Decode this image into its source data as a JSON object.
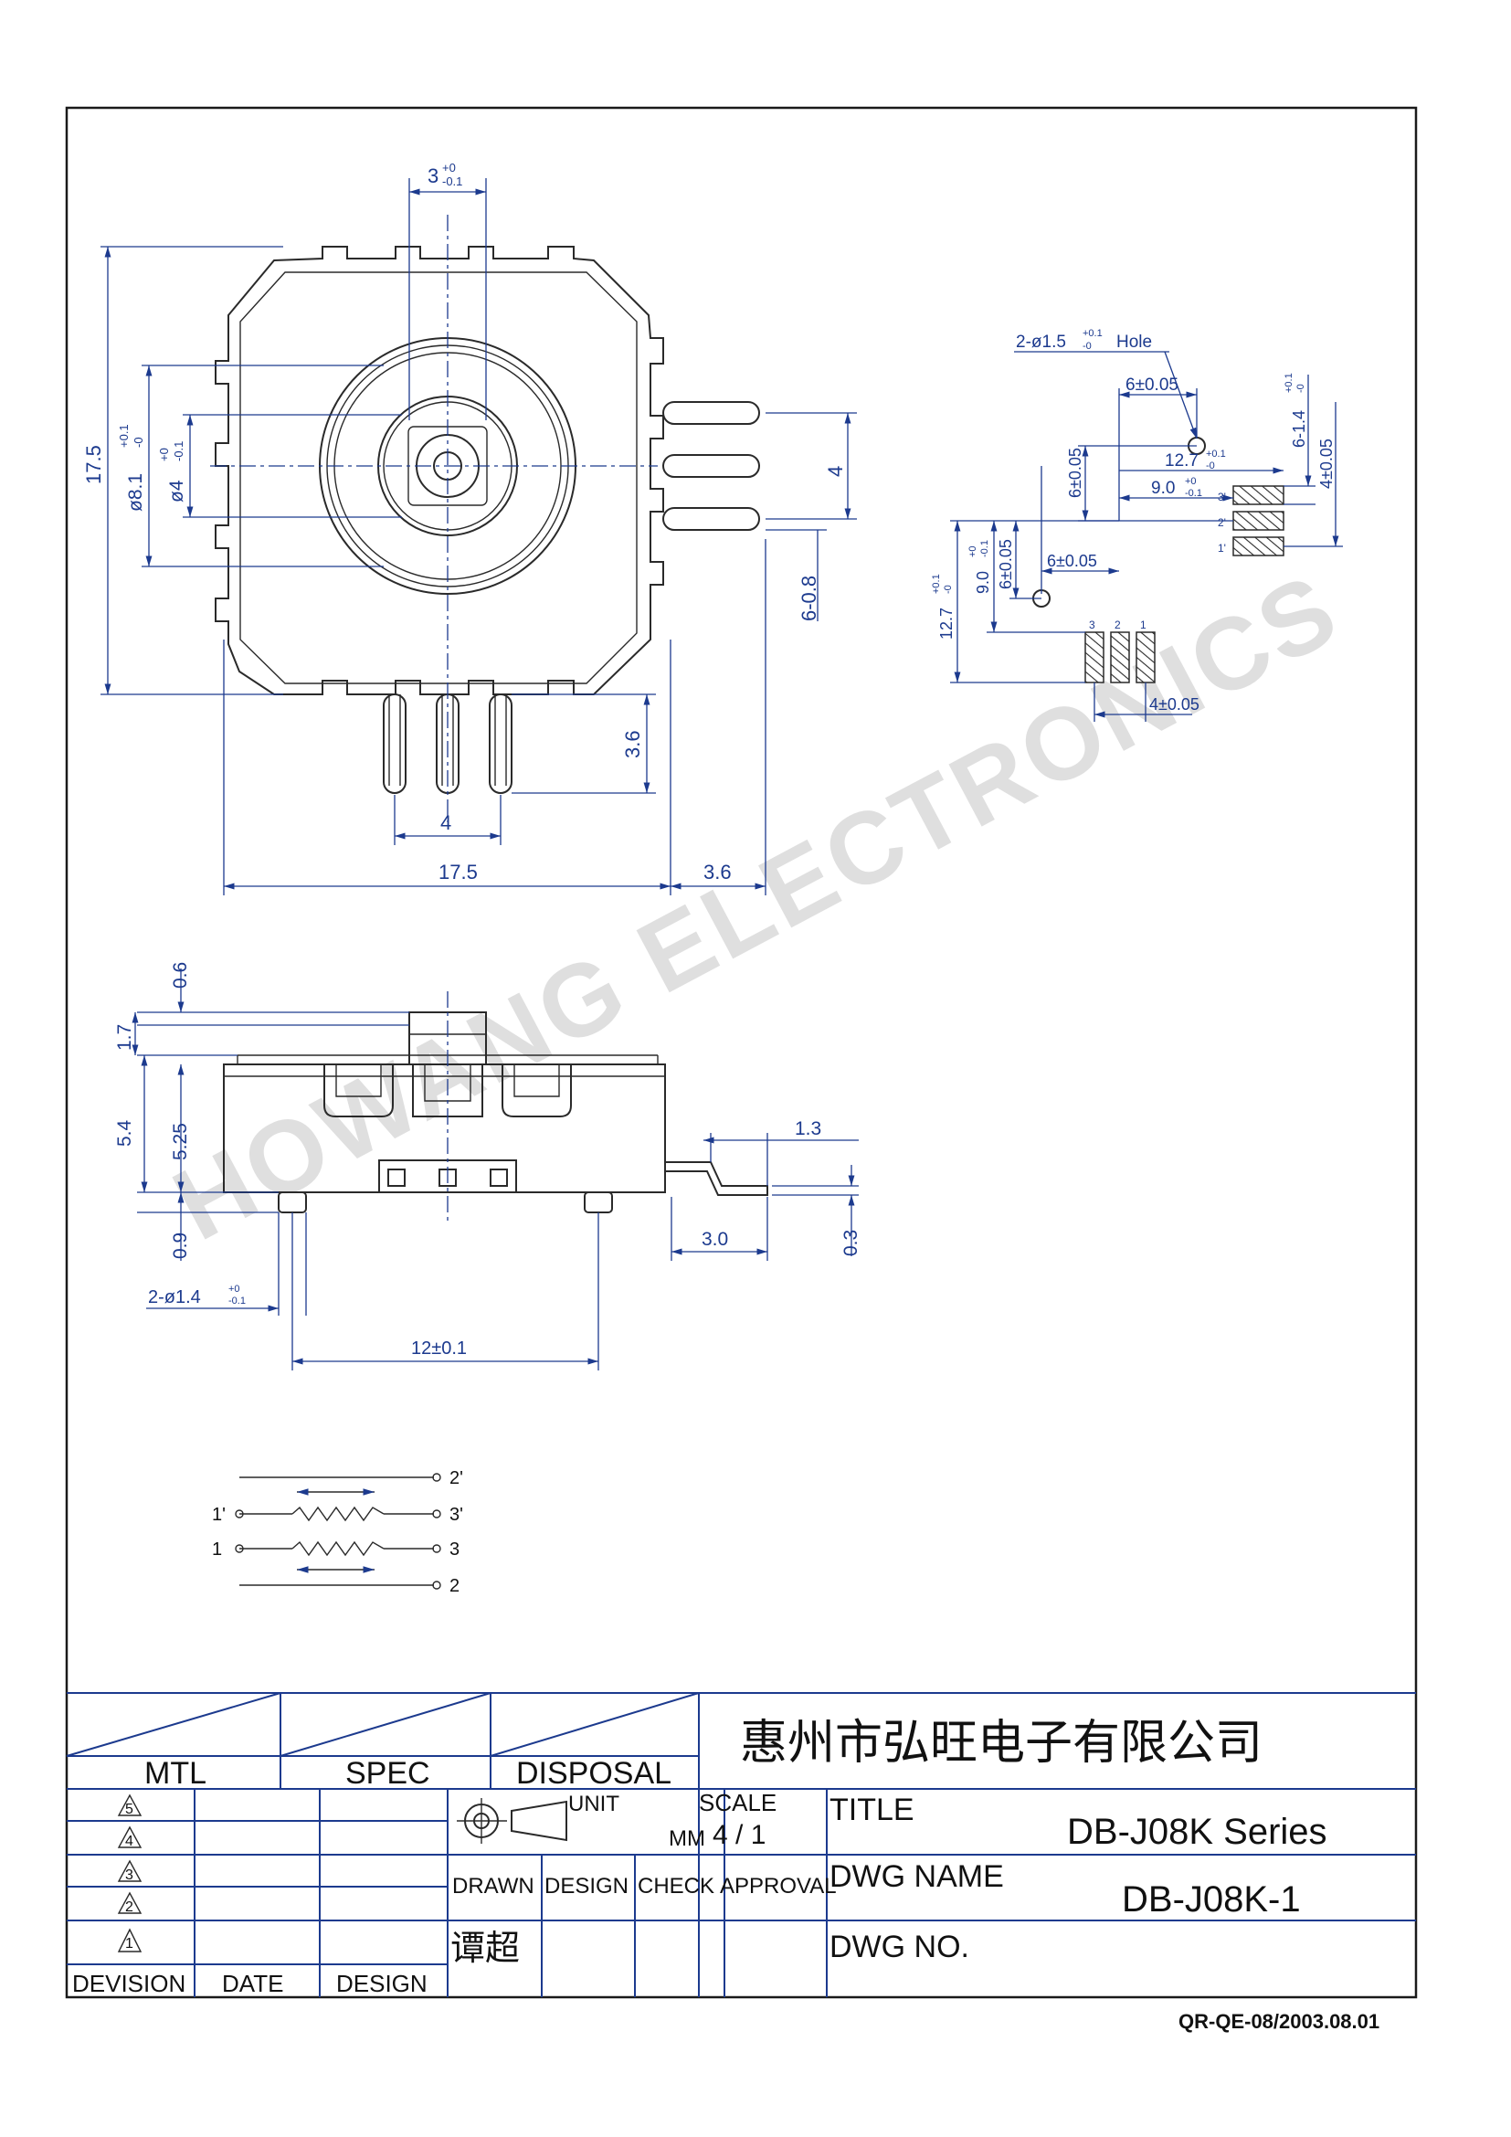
{
  "watermark": "HOWANG ELECTRONICS",
  "front_view": {
    "top_dim": "3",
    "top_dim_tol_upper": "+0",
    "top_dim_tol_lower": "-0.1",
    "left_height": "17.5",
    "dia_outer": "ø8.1",
    "dia_outer_tol_upper": "+0.1",
    "dia_outer_tol_lower": "-0",
    "dia_inner": "ø4",
    "dia_inner_tol_upper": "+0",
    "dia_inner_tol_lower": "-0.1",
    "right_pin_pitch": "4",
    "right_pin_width": "6-0.8",
    "bottom_pin_length": "3.6",
    "bottom_pin_pitch": "4",
    "bottom_width": "17.5",
    "bottom_pin_ext": "3.6"
  },
  "pcb_layout": {
    "hole_label": "2-ø1.5",
    "hole_tol_upper": "+0.1",
    "hole_tol_lower": "-0",
    "hole_suffix": "Hole",
    "d_6_top": "6±0.05",
    "d_12_7_h": "12.7",
    "d_12_7_h_tol_upper": "+0.1",
    "d_12_7_h_tol_lower": "-0",
    "d_9_h": "9.0",
    "d_9_h_tol_upper": "+0",
    "d_9_h_tol_lower": "-0.1",
    "d_6_vert_top": "6±0.05",
    "d_6_1_4": "6-1.4",
    "d_6_1_4_tol_upper": "+0.1",
    "d_6_1_4_tol_lower": "-0",
    "d_4_vert": "4±0.05",
    "d_12_7_v": "12.7",
    "d_12_7_v_tol_upper": "+0.1",
    "d_12_7_v_tol_lower": "-0",
    "d_9_v": "9.0",
    "d_9_v_tol_upper": "+0",
    "d_9_v_tol_lower": "-0.1",
    "d_6_vert_left": "6±0.05",
    "d_6_mid": "6±0.05",
    "d_4_bottom": "4±0.05",
    "pad_labels_right": [
      "3'",
      "2'",
      "1'"
    ],
    "pad_labels_bottom": [
      "3",
      "2",
      "1"
    ]
  },
  "side_view": {
    "d_0_6": "0.6",
    "d_1_7": "1.7",
    "d_5_4": "5.4",
    "d_5_25": "5.25",
    "d_0_9": "0.9",
    "d_1_3": "1.3",
    "d_0_3": "0.3",
    "d_3_0": "3.0",
    "peg_dia": "2-ø1.4",
    "peg_tol_upper": "+0",
    "peg_tol_lower": "-0.1",
    "peg_pitch": "12±0.1"
  },
  "schematic": {
    "left_labels": [
      "1'",
      "1"
    ],
    "right_labels": [
      "2'",
      "3'",
      "3",
      "2"
    ]
  },
  "title_block": {
    "company": "惠州市弘旺电子有限公司",
    "mtl": "MTL",
    "spec": "SPEC",
    "disposal": "DISPOSAL",
    "unit_label": "UNIT",
    "unit_value": "MM",
    "scale_label": "SCALE",
    "scale_value": "4 / 1",
    "title_label": "TITLE",
    "title_value": "DB-J08K  Series",
    "dwg_name_label": "DWG  NAME",
    "dwg_name_value": "DB-J08K-1",
    "dwg_no_label": "DWG  NO.",
    "drawn": "DRAWN",
    "design": "DESIGN",
    "check": "CHECK",
    "approval": "APPROVAL",
    "drawn_by": "谭超",
    "revisions": [
      "5",
      "4",
      "3",
      "2",
      "1"
    ],
    "col_revision": "DEVISION",
    "col_date": "DATE",
    "col_design": "DESIGN"
  },
  "form_code": "QR-QE-08/2003.08.01"
}
